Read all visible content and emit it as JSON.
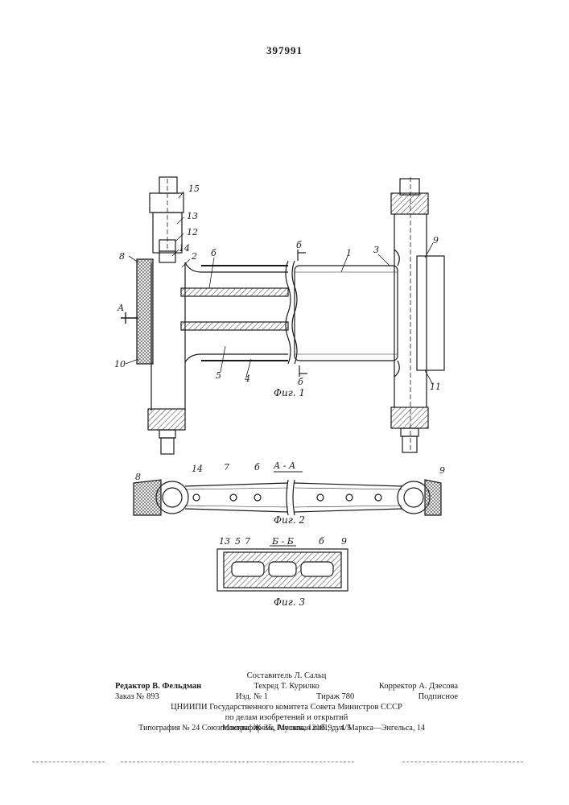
{
  "patent_number": "397991",
  "figure1": {
    "caption": "Фиг. 1",
    "section_marker_a": "А",
    "section_marker_b_top": "б",
    "section_marker_b_bottom": "б",
    "labels": [
      "15",
      "13",
      "12",
      "14",
      "2",
      "8",
      "б",
      "1",
      "3",
      "9",
      "10",
      "5",
      "4",
      "11"
    ]
  },
  "figure2": {
    "title": "А - А",
    "caption": "Фиг. 2",
    "labels": [
      "8",
      "14",
      "7",
      "б",
      "9"
    ]
  },
  "figure3": {
    "title": "Б - Б",
    "caption": "Фиг. 3",
    "labels": [
      "13",
      "5",
      "7",
      "б",
      "9"
    ]
  },
  "imprint": {
    "compiler": "Составитель Л. Сальц",
    "editor": "Редактор В. Фельдман",
    "techred": "Техред Т. Курилко",
    "corrector": "Корректор А. Дзесова",
    "order": "Заказ № 893",
    "edition": "Изд. № 1",
    "circulation": "Тираж 780",
    "subscription": "Подписное",
    "org_line1": "ЦНИИПИ Государственного комитета Совета Министров СССР",
    "org_line2": "по делам изобретений и открытий",
    "org_line3": "Москва, Ж-35, Раушская наб., д. 4/5",
    "typography": "Типография № 24 Союзполиграфпрома, Москва, 121019, ул. Маркса—Энгельса, 14"
  }
}
